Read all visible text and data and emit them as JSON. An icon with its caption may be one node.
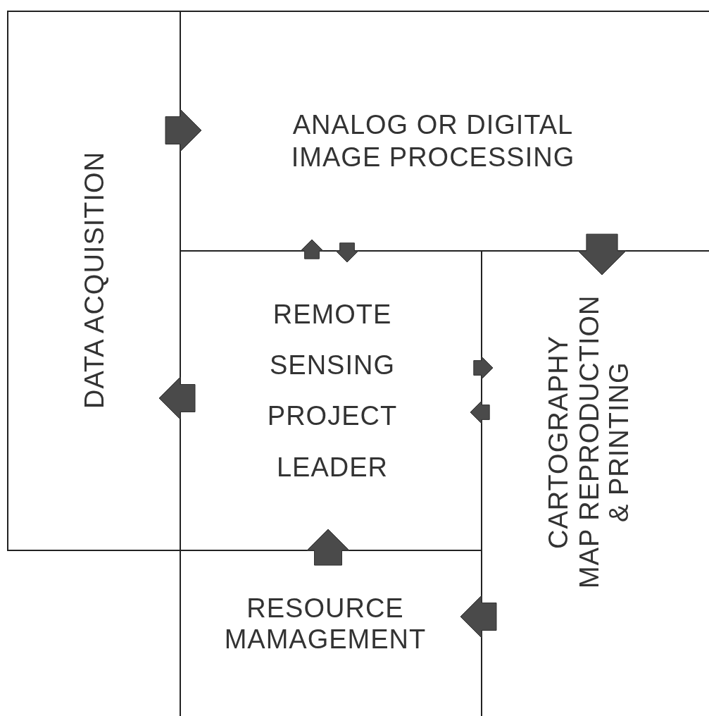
{
  "diagram": {
    "nodes": [
      {
        "text": [
          "DATA ACQUISITION"
        ]
      },
      {
        "text": [
          "ANALOG OR DIGITAL IMAGE PROCESSING"
        ]
      },
      {
        "text": [
          "REMOTE SENSING PROJECT LEADER"
        ]
      },
      {
        "text": [
          "CARTOGRAPHY",
          "MAP REPRODUCTION & PRINTING"
        ]
      },
      {
        "text": [
          "RESOURCE MAMAGEMENT"
        ]
      }
    ],
    "edges": [
      {
        "from": 0,
        "to": 1,
        "arrow": "to"
      },
      {
        "from": 2,
        "to": 1,
        "arrow": "to"
      },
      {
        "from": 1,
        "to": 2,
        "arrow": "to"
      },
      {
        "from": 1,
        "to": 3,
        "arrow": "to"
      },
      {
        "from": 2,
        "to": 0,
        "arrow": "to"
      },
      {
        "from": 2,
        "to": 3,
        "arrow": "to"
      },
      {
        "from": 3,
        "to": 2,
        "arrow": "to"
      },
      {
        "from": 4,
        "to": 2,
        "arrow": "to"
      },
      {
        "from": 3,
        "to": 4,
        "arrow": "to"
      }
    ]
  }
}
